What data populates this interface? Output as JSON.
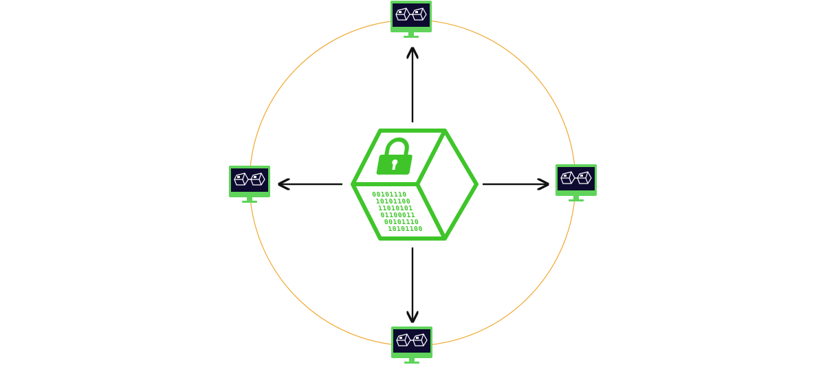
{
  "colors": {
    "background": "#ffffff",
    "ring": "#f0a830",
    "cube": "#3fc52a",
    "arrow": "#111111",
    "monitor_frame": "#5fd35a",
    "monitor_screen": "#0d0b30",
    "mini_cube": "#ffffff"
  },
  "center_block": {
    "icon": "padlock-icon",
    "binary_rows": [
      "00101110",
      "10101100",
      "11010101",
      "01100011",
      "00101110",
      "10101100"
    ]
  },
  "nodes": [
    {
      "id": "top",
      "icon": "monitor-blockchain-icon"
    },
    {
      "id": "right",
      "icon": "monitor-blockchain-icon"
    },
    {
      "id": "bottom",
      "icon": "monitor-blockchain-icon"
    },
    {
      "id": "left",
      "icon": "monitor-blockchain-icon"
    }
  ]
}
